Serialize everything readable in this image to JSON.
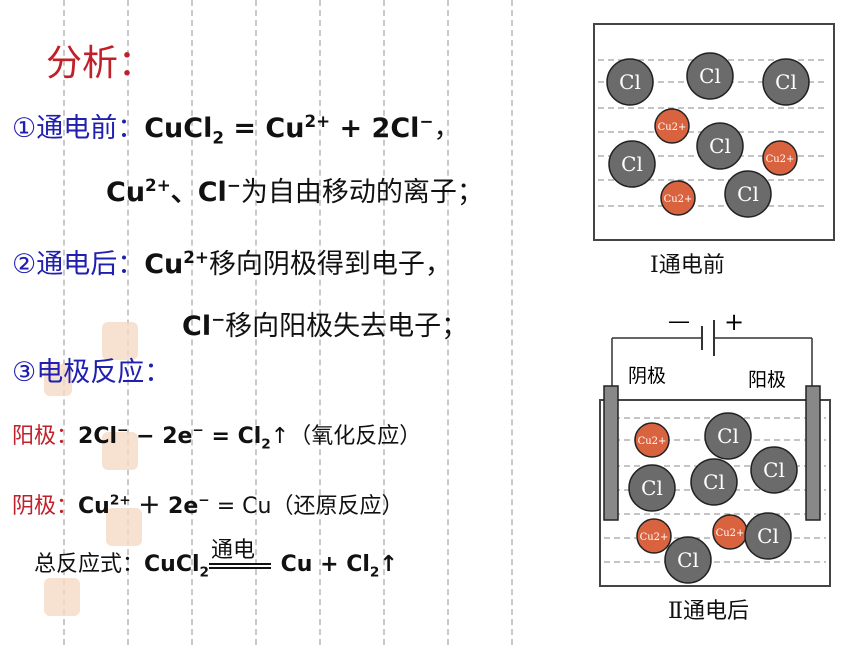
{
  "title": "分析：",
  "line1": {
    "prefix": "①通电前：",
    "formula_a": "CuCl",
    "sub2": "2",
    "eq": " = Cu",
    "sup2": "2+",
    "rest": " + 2Cl",
    "minus": "−",
    "end": "，"
  },
  "line2": {
    "a": "Cu",
    "sup": "2+",
    "b": "、Cl",
    "minus": "−",
    "c": "为自由移动的离子；"
  },
  "line3": {
    "prefix": "②通电后：",
    "a": "Cu",
    "sup": "2+",
    "b": "移向阴极得到电子，"
  },
  "line4": {
    "a": "Cl",
    "minus": "−",
    "b": "移向阳极失去电子；"
  },
  "line5": "③电极反应：",
  "anode": {
    "label": "阳极：",
    "a": "2Cl",
    "m1": "−",
    "b": " − 2e",
    "m2": "−",
    "c": " = Cl",
    "sub": "2",
    "d": "↑（氧化反应）"
  },
  "cathode": {
    "label": "阴极：",
    "a": "Cu",
    "sup": "2+",
    "b": " ＋ 2e",
    "m": "−",
    "c": " = Cu（还原反应）"
  },
  "total": {
    "label": "总反应式：",
    "a": "CuCl",
    "sub": "2",
    "cond": "通电",
    "b": " Cu + Cl",
    "sub2": "2",
    "c": "↑"
  },
  "fig1": {
    "caption": "Ⅰ通电前",
    "cl": "Cl",
    "cu": "Cu",
    "cu_sup": "2+"
  },
  "fig2": {
    "caption": "Ⅱ通电后",
    "cathode_label": "阴极",
    "anode_label": "阳极",
    "neg": "—",
    "pos": "+",
    "cl": "Cl",
    "cu": "Cu",
    "cu_sup": "2+"
  },
  "colors": {
    "blue": "#1f1fb0",
    "red": "#c0202a",
    "cl_ion": "#6b6b6b",
    "cu_ion": "#d9623f"
  }
}
